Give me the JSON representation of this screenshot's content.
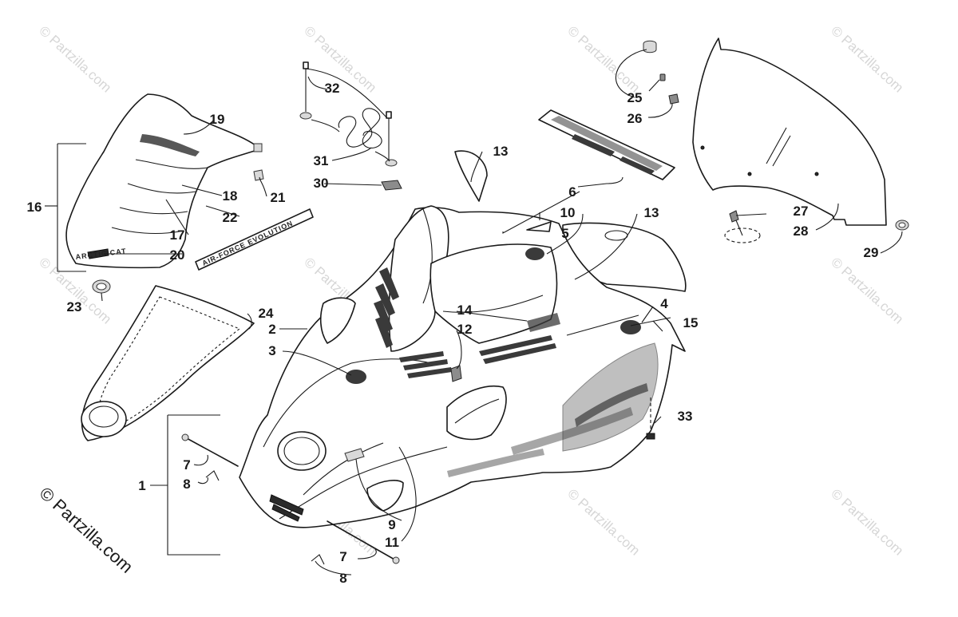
{
  "watermark": "© Partzilla.com",
  "copyright": "© Partzilla.com",
  "decal_text": {
    "hood_side": "ARCTIC CAT",
    "stripe": "AIR-FORCE EVOLUTION"
  },
  "callouts": [
    "1",
    "2",
    "3",
    "4",
    "5",
    "6",
    "7",
    "8",
    "9",
    "10",
    "11",
    "12",
    "13",
    "14",
    "15",
    "16",
    "17",
    "18",
    "19",
    "20",
    "21",
    "22",
    "23",
    "24",
    "25",
    "26",
    "27",
    "28",
    "29",
    "30",
    "31",
    "32",
    "33"
  ],
  "callout_repeats": [
    "7",
    "8",
    "13"
  ]
}
